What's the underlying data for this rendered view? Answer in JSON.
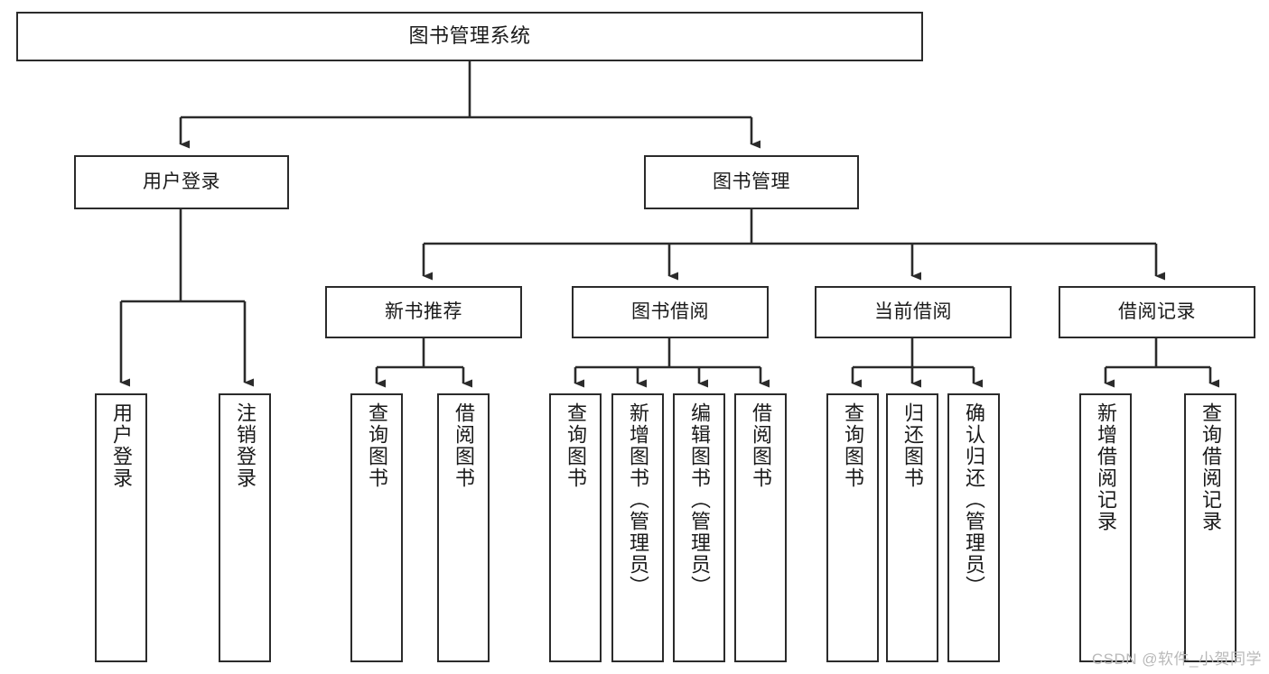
{
  "diagram": {
    "title": "图书管理系统",
    "type": "tree",
    "watermark": "CSDN @软件_小贺同学",
    "colors": {
      "background": "#ffffff",
      "node_fill": "#ffffff",
      "node_stroke": "#2b2b2b",
      "connector": "#2b2b2b",
      "text": "#1a1a1a",
      "watermark": "#b9b9b9"
    },
    "levels": {
      "root": {
        "label": "图书管理系统"
      },
      "level2": [
        {
          "label": "用户登录"
        },
        {
          "label": "图书管理"
        }
      ],
      "level3": [
        {
          "label": "新书推荐"
        },
        {
          "label": "图书借阅"
        },
        {
          "label": "当前借阅"
        },
        {
          "label": "借阅记录"
        }
      ],
      "leaves": {
        "user_login": [
          {
            "label": "用户登录"
          },
          {
            "label": "注销登录"
          }
        ],
        "new_book_recommend": [
          {
            "label": "查询图书"
          },
          {
            "label": "借阅图书"
          }
        ],
        "book_borrow": [
          {
            "label": "查询图书"
          },
          {
            "label": "新增图书（管理员）"
          },
          {
            "label": "编辑图书（管理员）"
          },
          {
            "label": "借阅图书"
          }
        ],
        "current_borrow": [
          {
            "label": "查询图书"
          },
          {
            "label": "归还图书"
          },
          {
            "label": "确认归还（管理员）"
          }
        ],
        "borrow_records": [
          {
            "label": "新增借阅记录"
          },
          {
            "label": "查询借阅记录"
          }
        ]
      }
    }
  }
}
